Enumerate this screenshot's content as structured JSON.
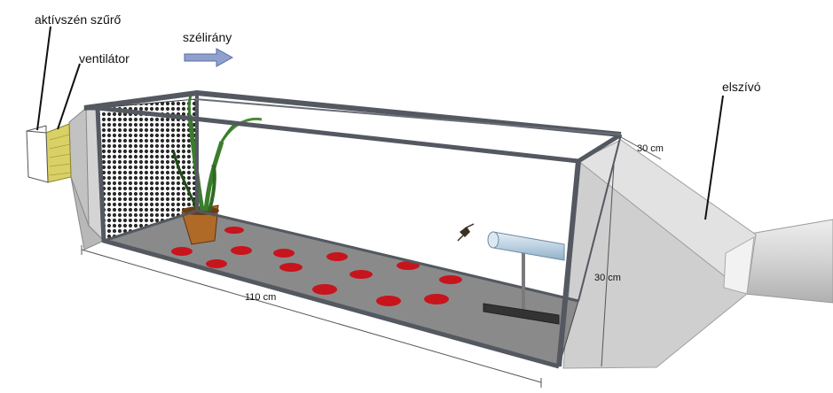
{
  "labels": {
    "filter": "aktívszén szűrő",
    "fan": "ventilátor",
    "wind": "szélirány",
    "exhaust": "elszívó",
    "length": "110 cm",
    "width": "30 cm",
    "height": "30 cm"
  },
  "colors": {
    "frame": "#545860",
    "floor": "#8a8a8a",
    "dot": "#c8141c",
    "mesh": "#2a2a2a",
    "hood": "#d6d6d6",
    "fan": "#d9d166",
    "pipe": "#a9c7dc",
    "arrow": "#8fa0cc",
    "leaf": "#3a7d2c",
    "pot": "#b06a28"
  },
  "icons": {
    "wind": "wind-direction-arrow-icon",
    "insect": "insect-icon",
    "plant": "potted-plant-icon"
  }
}
